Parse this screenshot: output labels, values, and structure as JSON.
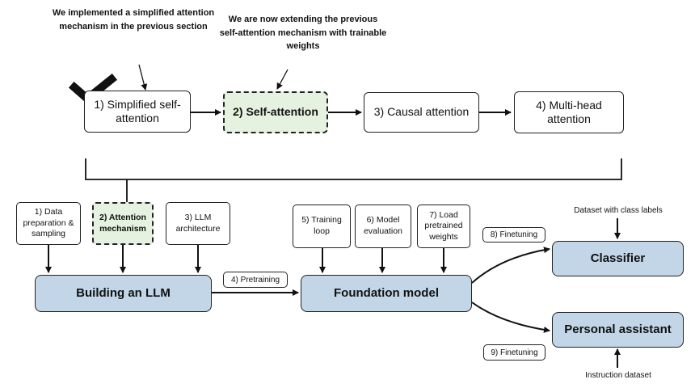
{
  "annotations": {
    "implemented": "We implemented a simplified attention mechanism in the previous section",
    "extending": "We are now extending the previous self-attention mechanism with trainable weights"
  },
  "top_row": [
    {
      "label": "1) Simplified self-attention",
      "highlight": false
    },
    {
      "label": "2) Self-attention",
      "highlight": true
    },
    {
      "label": "3) Causal attention",
      "highlight": false
    },
    {
      "label": "4) Multi-head attention",
      "highlight": false
    }
  ],
  "build_steps": [
    {
      "label": "1) Data preparation & sampling",
      "highlight": false
    },
    {
      "label": "2) Attention mechanism",
      "highlight": true
    },
    {
      "label": "3) LLM architecture",
      "highlight": false
    }
  ],
  "foundation_steps": [
    {
      "label": "5) Training loop"
    },
    {
      "label": "6) Model evaluation"
    },
    {
      "label": "7) Load pretrained weights"
    }
  ],
  "main_nodes": {
    "building": "Building an LLM",
    "foundation": "Foundation model",
    "classifier": "Classifier",
    "assistant": "Personal assistant"
  },
  "edge_labels": {
    "pretraining": "4) Pretraining",
    "finetuning_classifier": "8) Finetuning",
    "finetuning_assistant": "9) Finetuning"
  },
  "inputs": {
    "class_dataset": "Dataset with class labels",
    "instruction_dataset": "Instruction dataset"
  },
  "colors": {
    "highlight_fill": "#e6f2e0",
    "node_fill": "#c2d6e8",
    "stroke": "#222222"
  },
  "icons": [
    "checkmark-icon"
  ]
}
